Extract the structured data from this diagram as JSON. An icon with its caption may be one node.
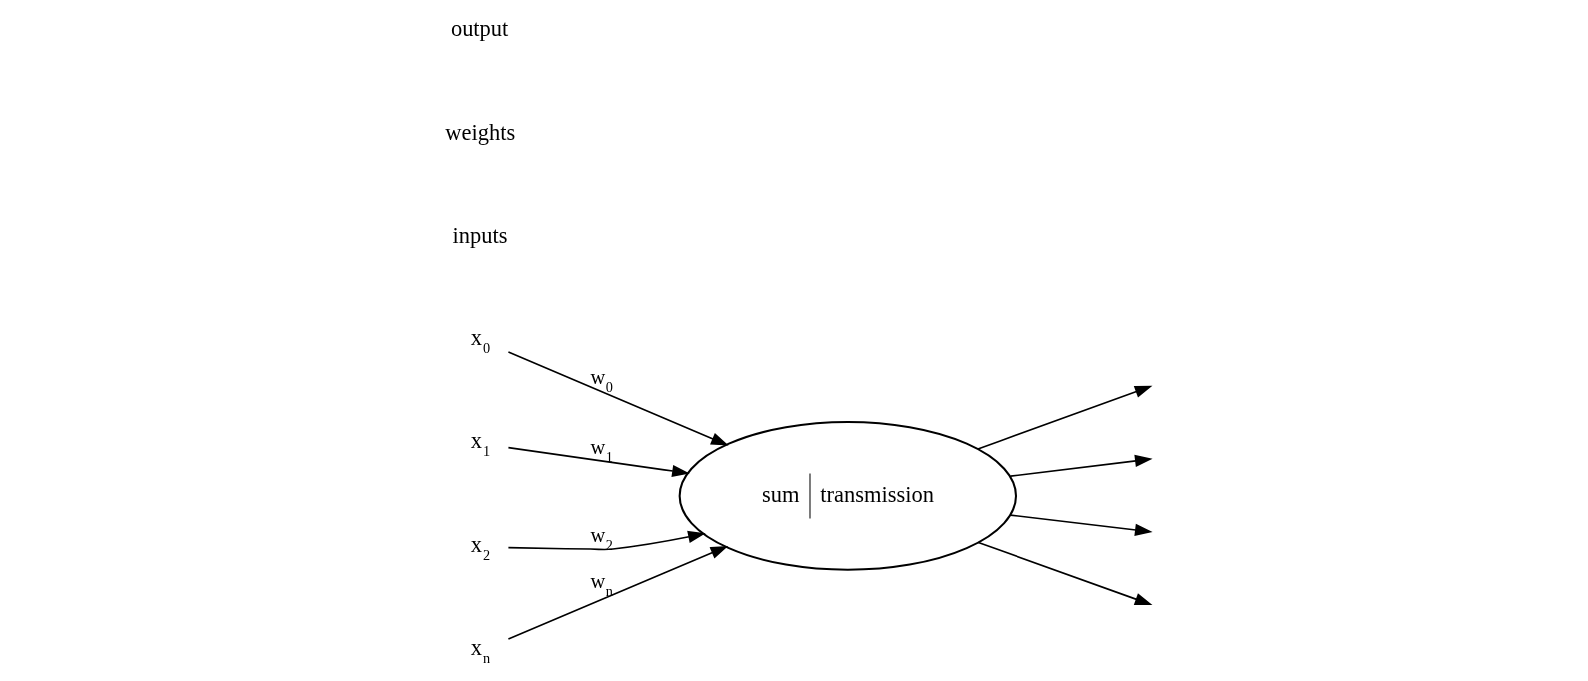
{
  "diagram": {
    "nodes": [
      {
        "text": [
          "x$_{0}$"
        ]
      },
      {
        "text": [
          "x$_{1}$"
        ]
      },
      {
        "text": [
          "x$_{2}$"
        ]
      },
      {
        "text": [
          "x$_{n}$"
        ]
      },
      {
        "text": [
          "sum",
          "transmission"
        ]
      }
    ],
    "edges": [
      {
        "from": 0,
        "to": 4,
        "arrow": "to",
        "label": "w$_{0}$"
      },
      {
        "from": 1,
        "to": 4,
        "arrow": "to",
        "label": "w$_{1}$"
      },
      {
        "from": 2,
        "to": 4,
        "arrow": "to",
        "label": "w$_{2}$"
      },
      {
        "from": 3,
        "to": 4,
        "arrow": "to",
        "label": "w$_{n}$"
      },
      {
        "from": 4,
        "to": null,
        "arrow": "to"
      },
      {
        "from": 4,
        "to": null,
        "arrow": "to"
      },
      {
        "from": 4,
        "to": null,
        "arrow": "to"
      },
      {
        "from": 4,
        "to": null,
        "arrow": "to"
      }
    ],
    "labels": [
      "inputs",
      "weights",
      "output"
    ]
  }
}
